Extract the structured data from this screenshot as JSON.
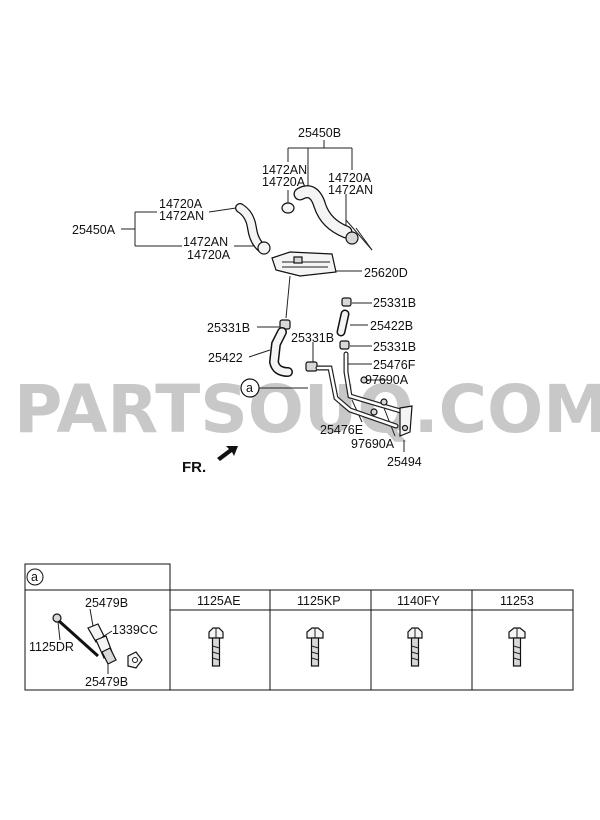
{
  "watermark": "PARTSOUQ.COM",
  "direction_label": "FR.",
  "callout_marker": "a",
  "labels": {
    "l25450B": "25450B",
    "l1472AN_t1": "1472AN",
    "l14720A_t1": "14720A",
    "l14720A_t2": "14720A",
    "l1472AN_t2": "1472AN",
    "l14720A_l1": "14720A",
    "l1472AN_l1": "1472AN",
    "l25450A": "25450A",
    "l1472AN_l2": "1472AN",
    "l14720A_l2": "14720A",
    "l25620D": "25620D",
    "l25331B_r1": "25331B",
    "l25422B": "25422B",
    "l25331B_r2": "25331B",
    "l25476F": "25476F",
    "l97690A_r1": "97690A",
    "l25331B_l": "25331B",
    "l25331B_c": "25331B",
    "l25422": "25422",
    "l25476E": "25476E",
    "l97690A_r2": "97690A",
    "l25494": "25494"
  },
  "table": {
    "marker": "a",
    "detail": {
      "l25479B_top": "25479B",
      "l1125DR": "1125DR",
      "l1339CC": "1339CC",
      "l25479B_bottom": "25479B"
    },
    "columns": [
      "1125AE",
      "1125KP",
      "1140FY",
      "11253"
    ]
  }
}
